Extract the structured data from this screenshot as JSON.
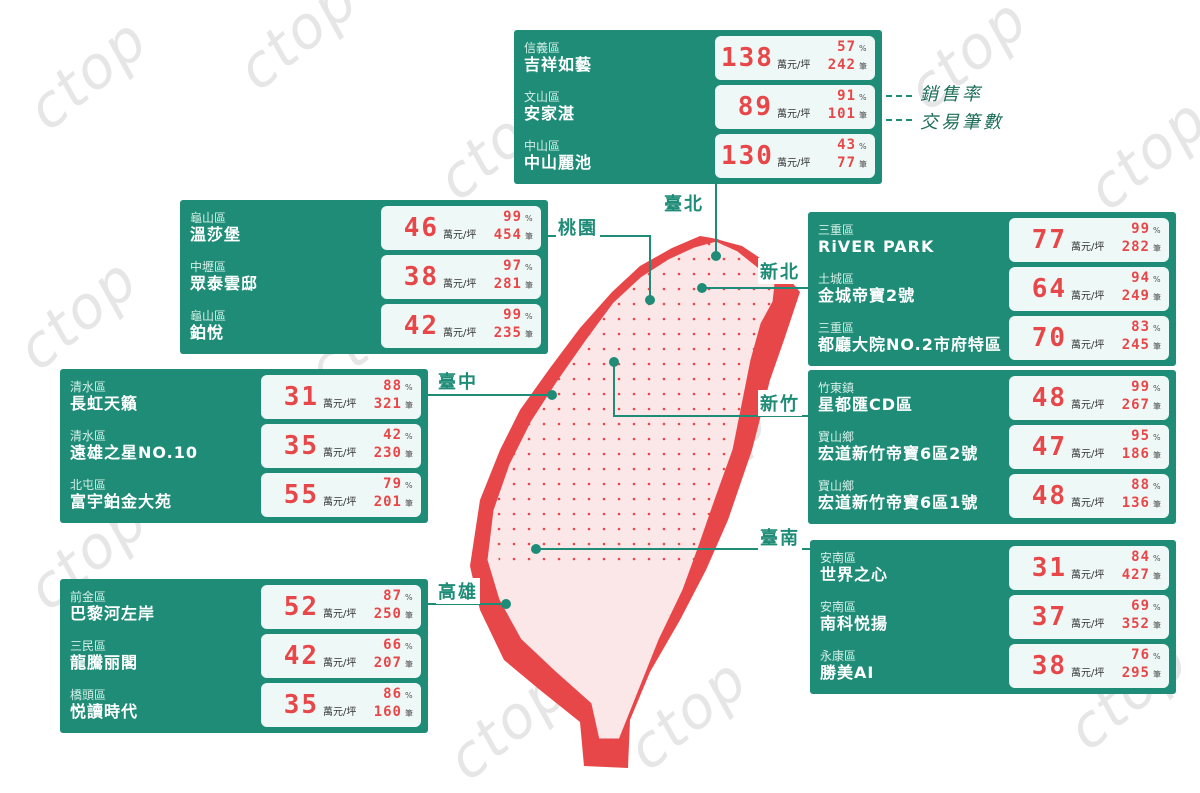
{
  "colors": {
    "panel": "#1e8c77",
    "accent": "#e8474a",
    "map_fill": "#fbe6e8",
    "map_edge": "#e8474a"
  },
  "watermark": {
    "text": "ctop"
  },
  "annotations": {
    "rate_note": "銷售率",
    "count_note": "交易筆數"
  },
  "regions": {
    "taipei": "臺北",
    "taoyuan": "桃園",
    "newtaipei": "新北",
    "taichung": "臺中",
    "hsinchu": "新竹",
    "tainan": "臺南",
    "kaohsiung": "高雄"
  },
  "units": {
    "price": "萬元/坪",
    "rate": "%",
    "count": "筆"
  },
  "panels": {
    "taipei": [
      {
        "district": "信義區",
        "project": "吉祥如藝",
        "price": "138",
        "rate": "57",
        "count": "242"
      },
      {
        "district": "文山區",
        "project": "安家湛",
        "price": "89",
        "rate": "91",
        "count": "101"
      },
      {
        "district": "中山區",
        "project": "中山麗池",
        "price": "130",
        "rate": "43",
        "count": "77"
      }
    ],
    "taoyuan": [
      {
        "district": "龜山區",
        "project": "溫莎堡",
        "price": "46",
        "rate": "99",
        "count": "454"
      },
      {
        "district": "中壢區",
        "project": "眾泰雲邸",
        "price": "38",
        "rate": "97",
        "count": "281"
      },
      {
        "district": "龜山區",
        "project": "鉑悅",
        "price": "42",
        "rate": "99",
        "count": "235"
      }
    ],
    "newtaipei": [
      {
        "district": "三重區",
        "project": "RiVER PARK",
        "price": "77",
        "rate": "99",
        "count": "282"
      },
      {
        "district": "土城區",
        "project": "金城帝寶2號",
        "price": "64",
        "rate": "94",
        "count": "249"
      },
      {
        "district": "三重區",
        "project": "都廳大院NO.2市府特區",
        "price": "70",
        "rate": "83",
        "count": "245"
      }
    ],
    "taichung": [
      {
        "district": "清水區",
        "project": "長虹天籟",
        "price": "31",
        "rate": "88",
        "count": "321"
      },
      {
        "district": "清水區",
        "project": "遠雄之星NO.10",
        "price": "35",
        "rate": "42",
        "count": "230"
      },
      {
        "district": "北屯區",
        "project": "富宇鉑金大苑",
        "price": "55",
        "rate": "79",
        "count": "201"
      }
    ],
    "hsinchu": [
      {
        "district": "竹東鎮",
        "project": "星都匯CD區",
        "price": "48",
        "rate": "99",
        "count": "267"
      },
      {
        "district": "寶山鄉",
        "project": "宏道新竹帝寶6區2號",
        "price": "47",
        "rate": "95",
        "count": "186"
      },
      {
        "district": "寶山鄉",
        "project": "宏道新竹帝寶6區1號",
        "price": "48",
        "rate": "88",
        "count": "136"
      }
    ],
    "kaohsiung": [
      {
        "district": "前金區",
        "project": "巴黎河左岸",
        "price": "52",
        "rate": "87",
        "count": "250"
      },
      {
        "district": "三民區",
        "project": "龍騰丽閣",
        "price": "42",
        "rate": "66",
        "count": "207"
      },
      {
        "district": "橋頭區",
        "project": "悦讀時代",
        "price": "35",
        "rate": "86",
        "count": "160"
      }
    ],
    "tainan": [
      {
        "district": "安南區",
        "project": "世界之心",
        "price": "31",
        "rate": "84",
        "count": "427"
      },
      {
        "district": "安南區",
        "project": "南科悦揚",
        "price": "37",
        "rate": "69",
        "count": "352"
      },
      {
        "district": "永康區",
        "project": "勝美AI",
        "price": "38",
        "rate": "76",
        "count": "295"
      }
    ]
  }
}
